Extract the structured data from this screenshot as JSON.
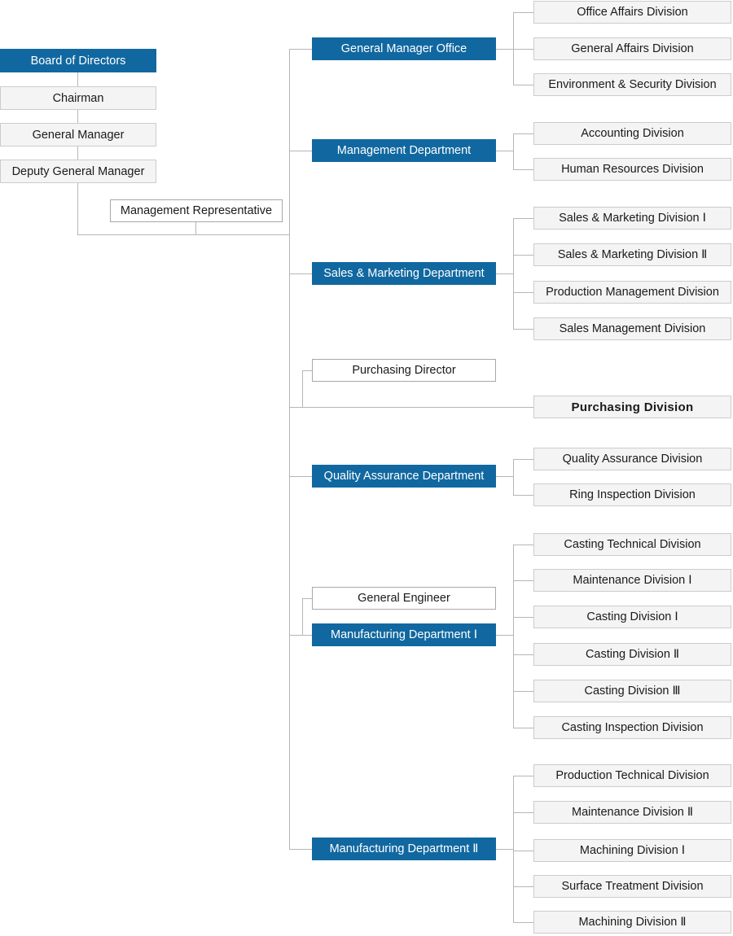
{
  "colors": {
    "department_bg": "#1168a0",
    "department_text": "#ffffff",
    "division_bg": "#f4f4f4",
    "division_border": "#cccccc",
    "plain_border": "#a8a8a8",
    "connector": "#b6b6b6",
    "text": "#1a1a1a"
  },
  "org_chart": {
    "executive_chain": [
      "Board of Directors",
      "Chairman",
      "General Manager",
      "Deputy General Manager"
    ],
    "management_representative": "Management Representative",
    "branches": [
      {
        "name": "General Manager Office",
        "divisions": [
          "Office Affairs Division",
          "General Affairs Division",
          "Environment & Security Division"
        ]
      },
      {
        "name": "Management Department",
        "divisions": [
          "Accounting Division",
          "Human Resources Division"
        ]
      },
      {
        "name": "Sales & Marketing Department",
        "divisions": [
          "Sales & Marketing Division Ⅰ",
          "Sales & Marketing Division Ⅱ",
          "Production Management Division",
          "Sales Management Division"
        ]
      },
      {
        "name": "Purchasing Director",
        "divisions": [
          "Purchasing Division"
        ]
      },
      {
        "name": "Quality Assurance Department",
        "divisions": [
          "Quality Assurance Division",
          "Ring Inspection Division"
        ]
      },
      {
        "name": "General Engineer",
        "divisions": []
      },
      {
        "name": "Manufacturing Department Ⅰ",
        "divisions": [
          "Casting Technical Division",
          "Maintenance Division Ⅰ",
          "Casting Division Ⅰ",
          "Casting Division Ⅱ",
          "Casting Division Ⅲ",
          "Casting Inspection Division"
        ]
      },
      {
        "name": "Manufacturing Department Ⅱ",
        "divisions": [
          "Production Technical Division",
          "Maintenance Division Ⅱ",
          "Machining Division Ⅰ",
          "Surface Treatment Division",
          "Machining Division Ⅱ"
        ]
      }
    ]
  }
}
